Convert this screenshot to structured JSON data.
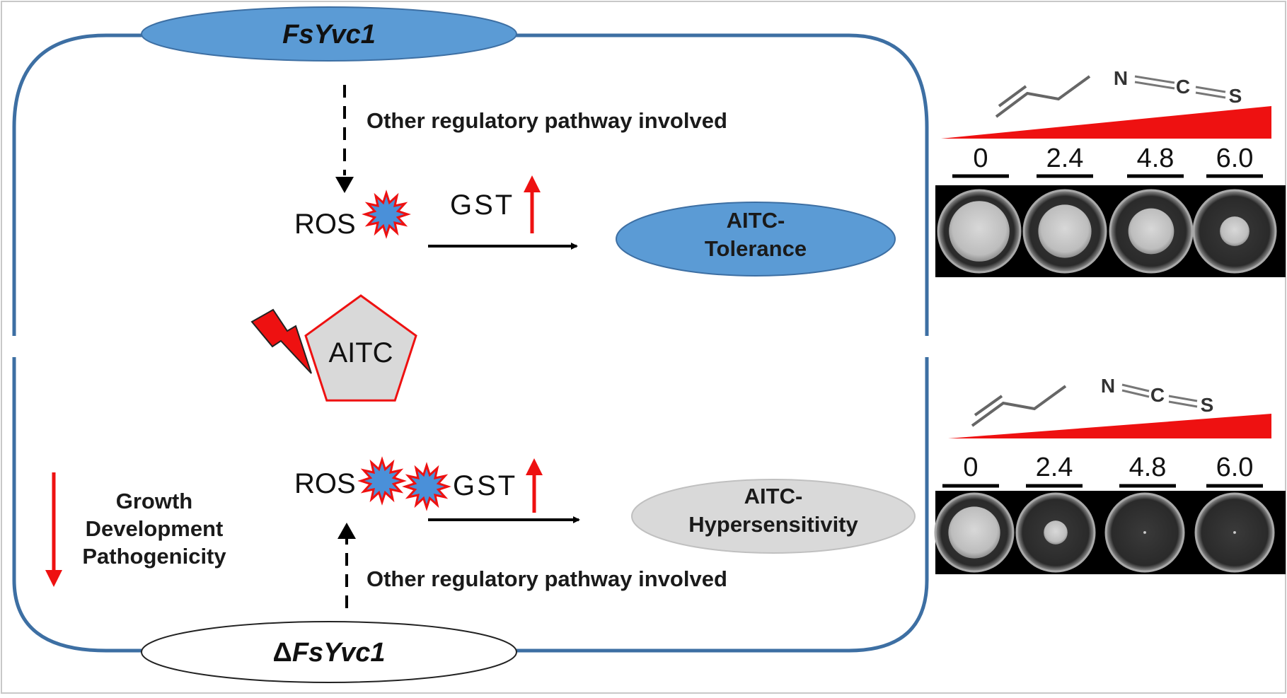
{
  "wild_type": {
    "gene_label": "FsYvc1",
    "pathway_text": "Other regulatory pathway involved",
    "ros_label": "ROS",
    "gst_label": "GST",
    "outcome_line1": "AITC-",
    "outcome_line2": "Tolerance"
  },
  "center": {
    "compound_label": "AITC"
  },
  "mutant": {
    "gene_prefix": "Δ",
    "gene_label": "FsYvc1",
    "pathway_text": "Other regulatory pathway involved",
    "ros_label": "ROS",
    "gst_label": "GST",
    "outcome_line1": "AITC-",
    "outcome_line2": "Hypersensitivity",
    "phenotypes": [
      "Growth",
      "Development",
      "Pathogenicity"
    ]
  },
  "structure_atoms": [
    "N",
    "C",
    "S"
  ],
  "concentrations_top": [
    "0",
    "2.4",
    "4.8",
    "6.0"
  ],
  "concentrations_bottom": [
    "0",
    "2.4",
    "4.8",
    "6.0"
  ],
  "colony_levels_top": [
    0.82,
    0.72,
    0.62,
    0.4
  ],
  "colony_levels_bottom": [
    0.74,
    0.34,
    0.04,
    0.02
  ],
  "colors": {
    "cell_border": "#3d6fa3",
    "wildtype_fill": "#5b9bd5",
    "hypersensitivity_fill": "#d9d9d9",
    "accent_red": "#ee1111",
    "ros_blue": "#4a90d9",
    "compound_fill": "#d9d9d9",
    "plate_bg": "#000000"
  }
}
